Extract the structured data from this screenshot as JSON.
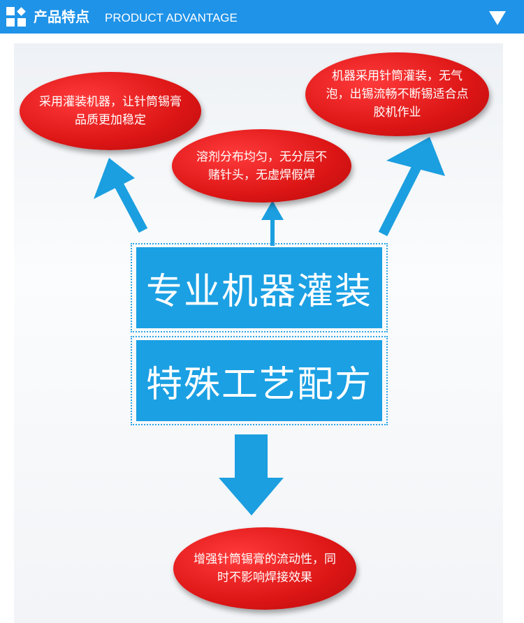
{
  "header": {
    "title_cn": "产品特点",
    "title_en": "PRODUCT ADVANTAGE",
    "logo_icon": "squares-logo-icon",
    "dropdown_icon": "triangle-down-icon",
    "accent_color": "#1f93e8"
  },
  "bubbles": {
    "left": "采用灌装机器，让针筒锡膏品质更加稳定",
    "middle": "溶剂分布均匀，无分层不赌针头，无虚焊假焊",
    "right": "机器采用针筒灌装，无气泡，出锡流畅不断锡适合点胶机作业",
    "bottom": "增强针筒锡膏的流动性，同时不影响焊接效果"
  },
  "boxes": {
    "top": "专业机器灌装",
    "bottom": "特殊工艺配方"
  },
  "colors": {
    "bubble": "#e01818",
    "box": "#1ba0e3",
    "arrow": "#1b9fe0"
  }
}
